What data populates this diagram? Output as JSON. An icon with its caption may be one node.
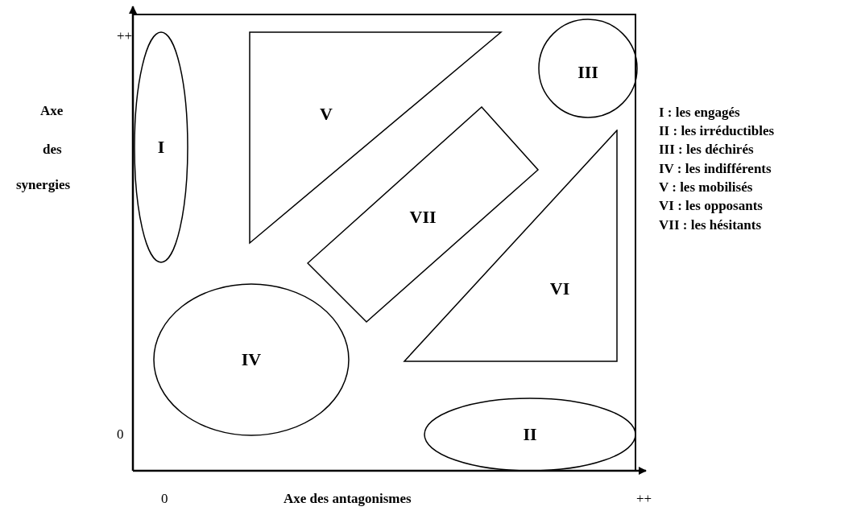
{
  "diagram": {
    "nodes": [
      {
        "text": [],
        "shape": "box"
      },
      {
        "text": [
          "I"
        ],
        "in": 0
      },
      {
        "text": [
          "V"
        ],
        "in": 0
      },
      {
        "text": [
          "III"
        ],
        "in": 0
      },
      {
        "text": [
          "VII"
        ],
        "in": 0
      },
      {
        "text": [
          "VI"
        ],
        "in": 0
      },
      {
        "text": [
          "IV"
        ],
        "in": 0
      },
      {
        "text": [
          "II"
        ],
        "in": 0
      }
    ],
    "edges": [],
    "labels": [
      "++",
      "Axe",
      "des",
      "synergies",
      "0",
      "0",
      "Axe des antagonismes",
      "++",
      "I : les engagés",
      "II : les irréductibles",
      "III : les déchirés",
      "IV : les indifférents",
      "V : les mobilisés",
      "VI : les opposants",
      "VII : les hésitants"
    ]
  }
}
